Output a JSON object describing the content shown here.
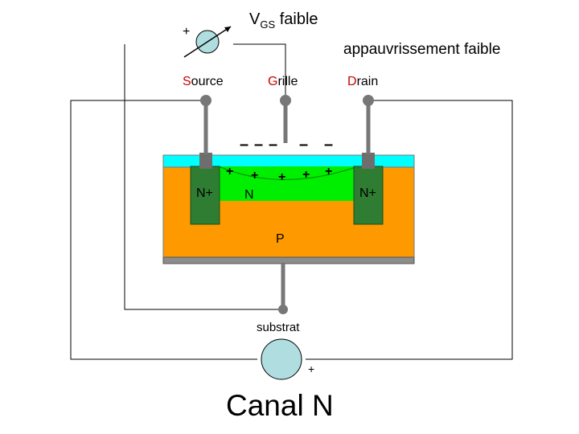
{
  "diagram": {
    "vgs_label": {
      "main": "V",
      "sub": "GS",
      "suffix": " faible"
    },
    "depletion_label": "appauvrissement faible",
    "terminals": {
      "source": "Source",
      "gate": "Grille",
      "drain": "Drain",
      "substrate": "substrat"
    },
    "regions": {
      "source_doping": "N+",
      "drain_doping": "N+",
      "channel": "N",
      "body": "P"
    },
    "signs": {
      "plus": "+",
      "minus": "–"
    },
    "caption": "Canal N",
    "colors": {
      "body_p": "#ff9900",
      "oxide": "#00ffff",
      "n_plus": "#2e7d32",
      "channel": "#00ee00",
      "gate_metal": "#6e6e6e",
      "source_circle": "#b0dde0",
      "wire": "#000000",
      "terminal_accent": "#cc0000"
    }
  }
}
